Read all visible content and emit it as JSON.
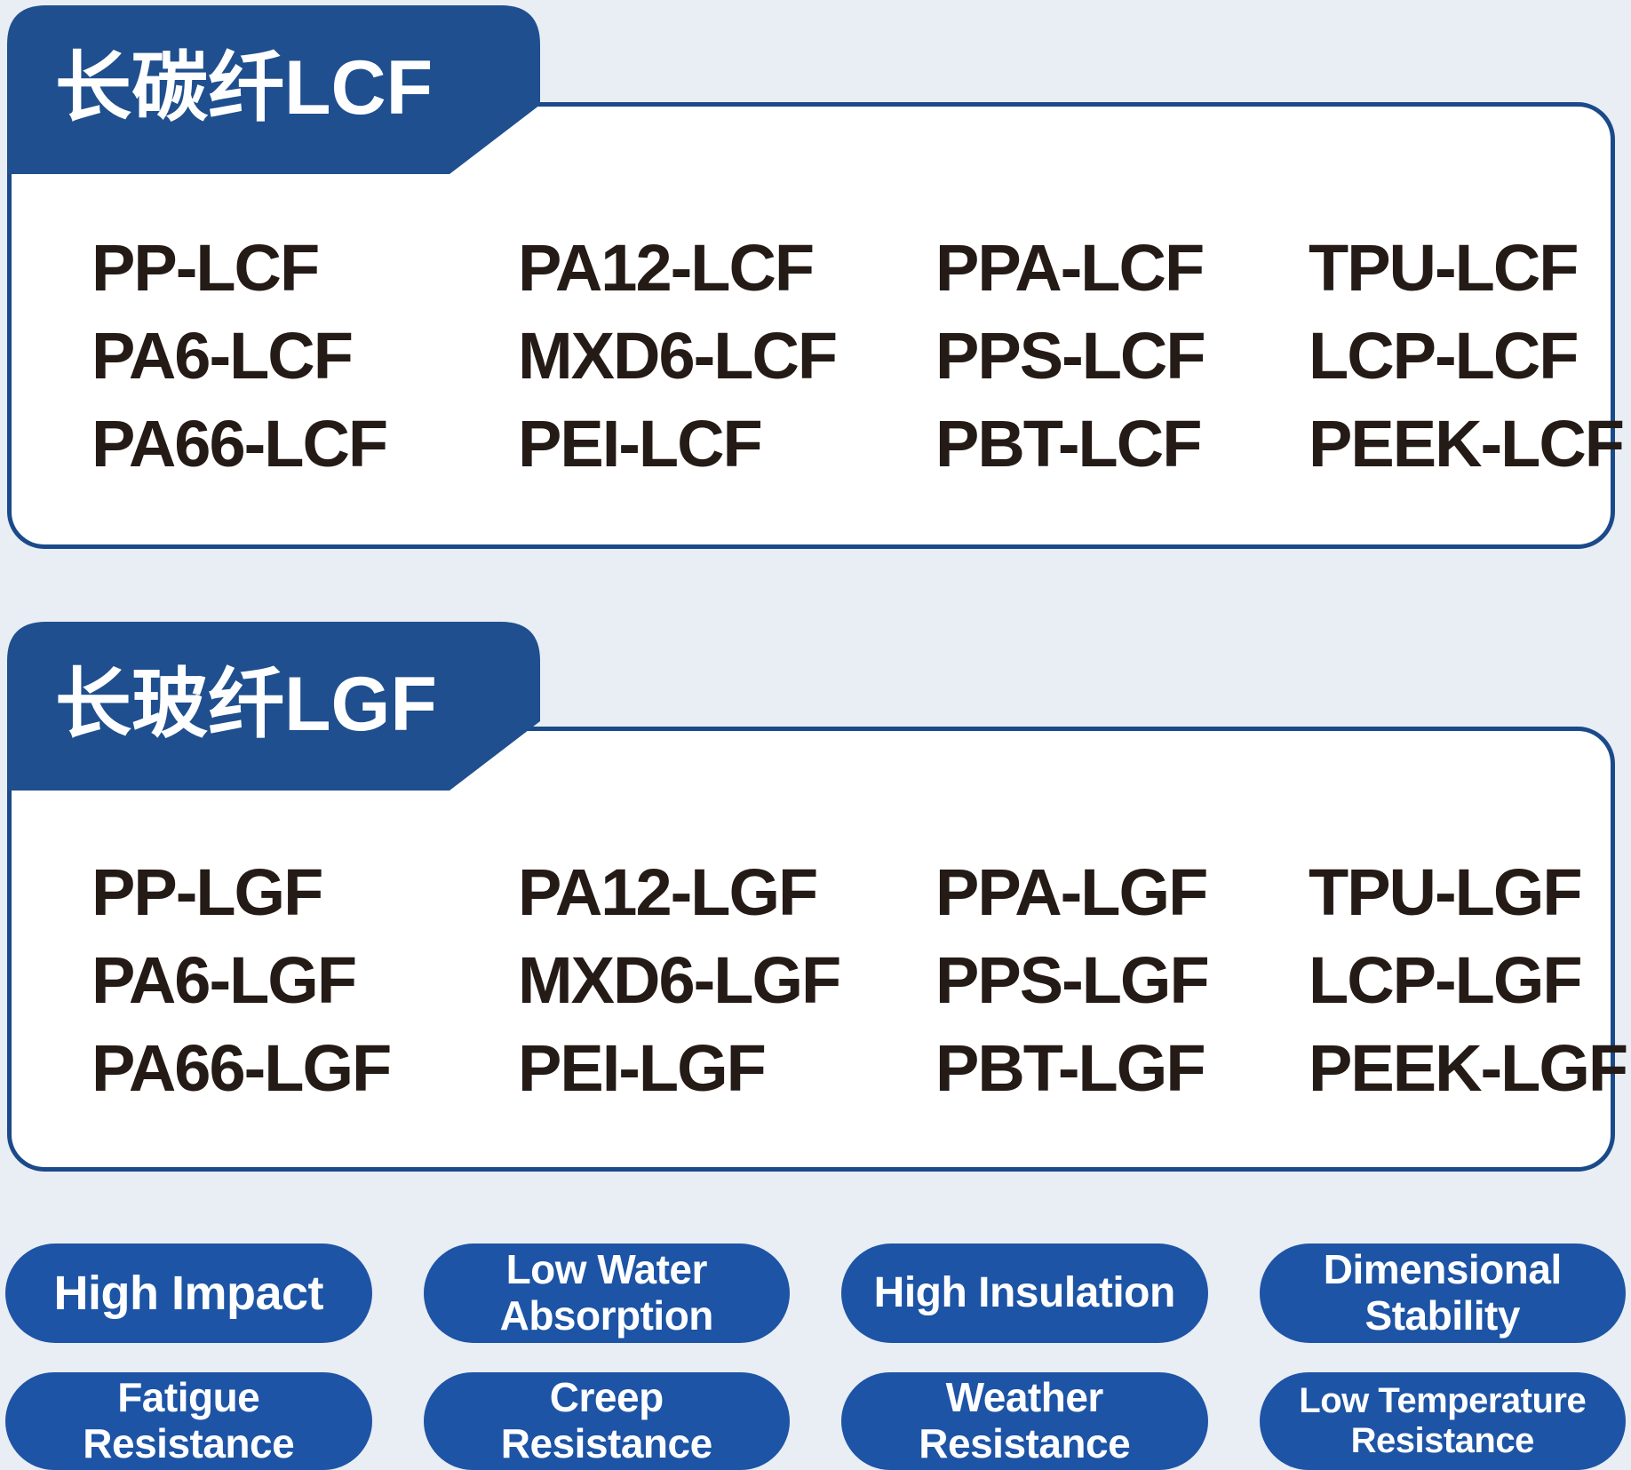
{
  "page": {
    "background_color": "#e9edf4",
    "tab_blue": "#1f4f8e",
    "card_border_blue": "#1b4a8a",
    "badge_blue": "#1d54a5",
    "material_text_color": "#241a16"
  },
  "sections": [
    {
      "tab_title": "长碳纤LCF",
      "materials": [
        [
          "PP-LCF",
          "PA12-LCF",
          "PPA-LCF",
          "TPU-LCF"
        ],
        [
          "PA6-LCF",
          "MXD6-LCF",
          "PPS-LCF",
          "LCP-LCF"
        ],
        [
          "PA66-LCF",
          "PEI-LCF",
          "PBT-LCF",
          "PEEK-LCF"
        ]
      ]
    },
    {
      "tab_title": "长玻纤LGF",
      "materials": [
        [
          "PP-LGF",
          "PA12-LGF",
          "PPA-LGF",
          "TPU-LGF"
        ],
        [
          "PA6-LGF",
          "MXD6-LGF",
          "PPS-LGF",
          "LCP-LGF"
        ],
        [
          "PA66-LGF",
          "PEI-LGF",
          "PBT-LGF",
          "PEEK-LGF"
        ]
      ]
    }
  ],
  "badges": {
    "row1": [
      "High Impact",
      "Low Water\nAbsorption",
      "High Insulation",
      "Dimensional\nStability"
    ],
    "row2": [
      "Fatigue\nResistance",
      "Creep\nResistance",
      "Weather\nResistance",
      "Low Temperature\nResistance"
    ]
  }
}
